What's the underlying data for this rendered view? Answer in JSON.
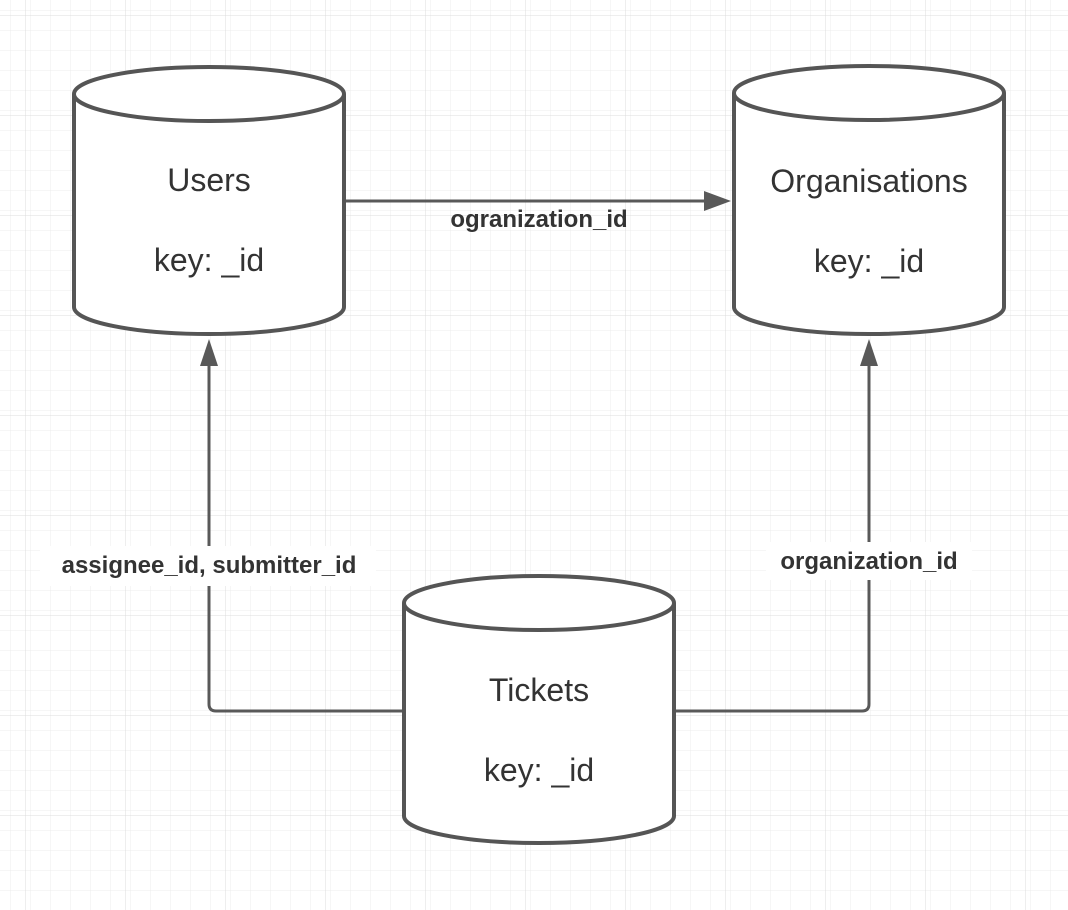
{
  "colors": {
    "background": "#ffffff",
    "grid_minor": "#ececec",
    "grid_major": "#dddddd",
    "stroke": "#555555",
    "text": "#333333"
  },
  "nodes": {
    "users": {
      "title": "Users",
      "key": "key: _id"
    },
    "organisations": {
      "title": "Organisations",
      "key": "key: _id"
    },
    "tickets": {
      "title": "Tickets",
      "key": "key: _id"
    }
  },
  "edges": {
    "users_to_orgs": {
      "label": "ogranization_id"
    },
    "tickets_to_users": {
      "label": "assignee_id, submitter_id"
    },
    "tickets_to_orgs": {
      "label": "organization_id"
    }
  }
}
